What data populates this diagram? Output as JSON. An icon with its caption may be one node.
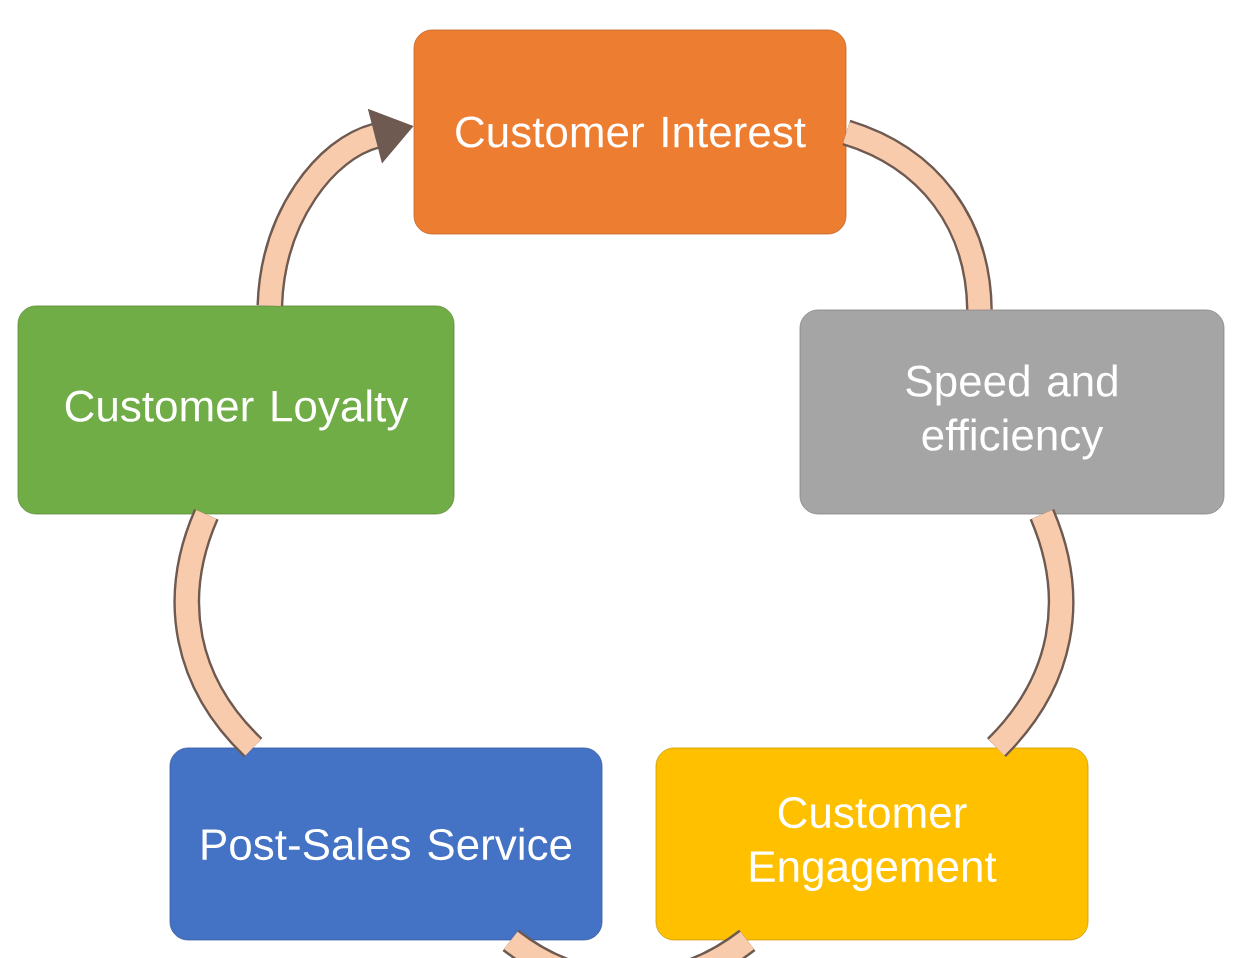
{
  "diagram": {
    "nodes": [
      {
        "text": [
          "Customer Interest"
        ]
      },
      {
        "text": [
          "Speed and efficiency"
        ]
      },
      {
        "text": [
          "Customer Engagement"
        ]
      },
      {
        "text": [
          "Post-Sales Service"
        ]
      },
      {
        "text": [
          "Customer Loyalty"
        ]
      }
    ],
    "edges": [
      {
        "from": 0,
        "to": 1,
        "arrow": "none"
      },
      {
        "from": 1,
        "to": 2,
        "arrow": "none"
      },
      {
        "from": 2,
        "to": 3,
        "arrow": "none"
      },
      {
        "from": 3,
        "to": 4,
        "arrow": "none"
      },
      {
        "from": 4,
        "to": 0,
        "arrow": "to"
      }
    ]
  }
}
